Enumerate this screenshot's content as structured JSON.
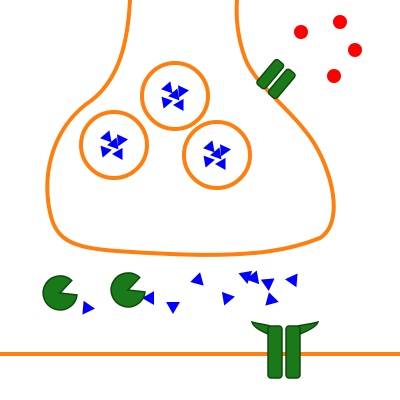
{
  "colors": {
    "membrane": "#ff7f0e",
    "neurotransmitter": "#0000ff",
    "receptor": "#1a7a1a",
    "receptor_outline": "#0b4a0b",
    "ion": "#ff0000",
    "background": "#ffffff"
  },
  "icons": {
    "vesicle": "vesicle-icon",
    "neurotransmitter": "neurotransmitter-icon",
    "enzyme": "enzyme-icon",
    "receptor": "receptor-icon",
    "ion_channel": "ion-channel-icon",
    "ion": "ion-icon"
  },
  "counts": {
    "vesicles": 3,
    "free_neurotransmitters": 11,
    "degrading_enzymes": 2,
    "postsynaptic_receptors": 1,
    "ion_channels": 1,
    "ions": 4
  }
}
